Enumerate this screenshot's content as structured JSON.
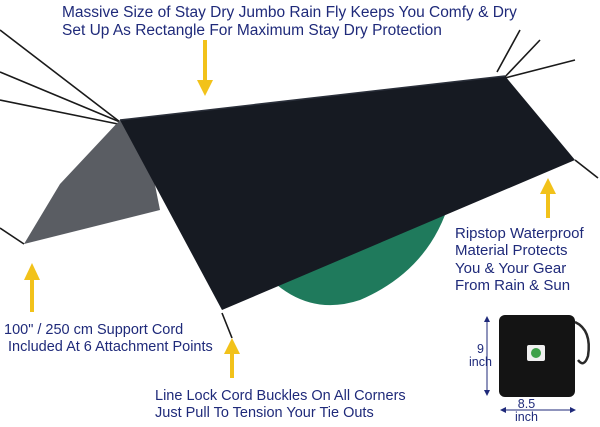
{
  "captions": {
    "top": [
      "Massive Size of Stay Dry Jumbo Rain Fly Keeps You Comfy & Dry",
      "Set Up As Rectangle For Maximum Stay Dry Protection"
    ],
    "right": [
      "Ripstop Waterproof",
      "Material Protects",
      "You & Your Gear",
      "From Rain & Sun"
    ],
    "left": [
      "100\" / 250 cm Support Cord",
      " Included At 6 Attachment Points"
    ],
    "bottom": [
      "Line Lock Cord Buckles On All Corners",
      "Just Pull To Tension Your Tie Outs"
    ]
  },
  "bag": {
    "height_value": "9",
    "height_unit": "inch",
    "width_value": "8.5",
    "width_unit": "inch"
  },
  "colors": {
    "text": "#1f2a7a",
    "arrow": "#f2c21a",
    "tarp": "#161a22",
    "tarp_side": "#5a5d63",
    "hammock": "#1f7a5c"
  }
}
